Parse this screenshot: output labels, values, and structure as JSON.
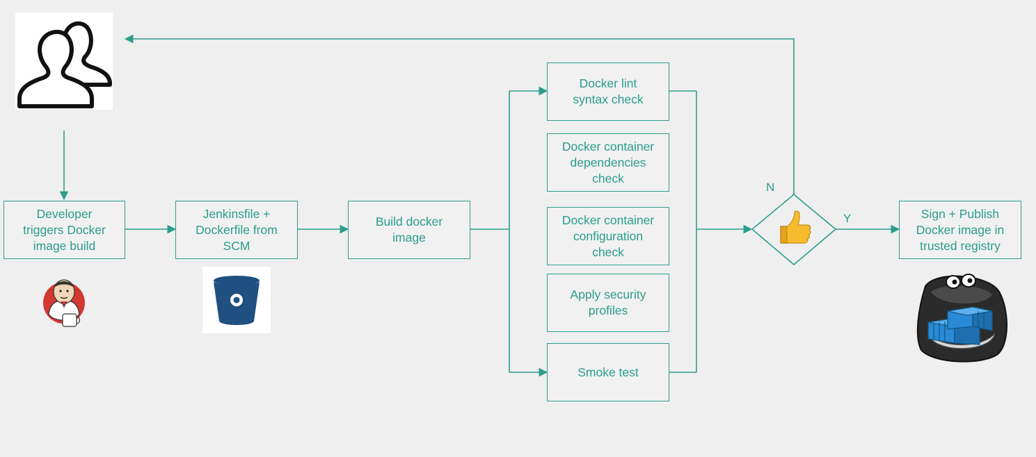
{
  "colors": {
    "line": "#2e9e8c",
    "text": "#2a9d8b",
    "background": "#efefef"
  },
  "steps": {
    "developer": "Developer\ntriggers Docker\nimage build",
    "scm": "Jenkinsfile +\nDockerfile from\nSCM",
    "build": "Build docker\nimage",
    "publish": "Sign + Publish\nDocker image in\ntrusted registry"
  },
  "checks": [
    "Docker lint\nsyntax check",
    "Docker container\ndependencies\ncheck",
    "Docker container\nconfiguration\ncheck",
    "Apply security\nprofiles",
    "Smoke test"
  ],
  "decision": {
    "no_label": "N",
    "yes_label": "Y",
    "icon": "thumbs-up-icon"
  },
  "icons": {
    "users": "users-icon",
    "jenkins": "jenkins-icon",
    "bitbucket": "bitbucket-icon",
    "registry": "docker-registry-icon"
  }
}
